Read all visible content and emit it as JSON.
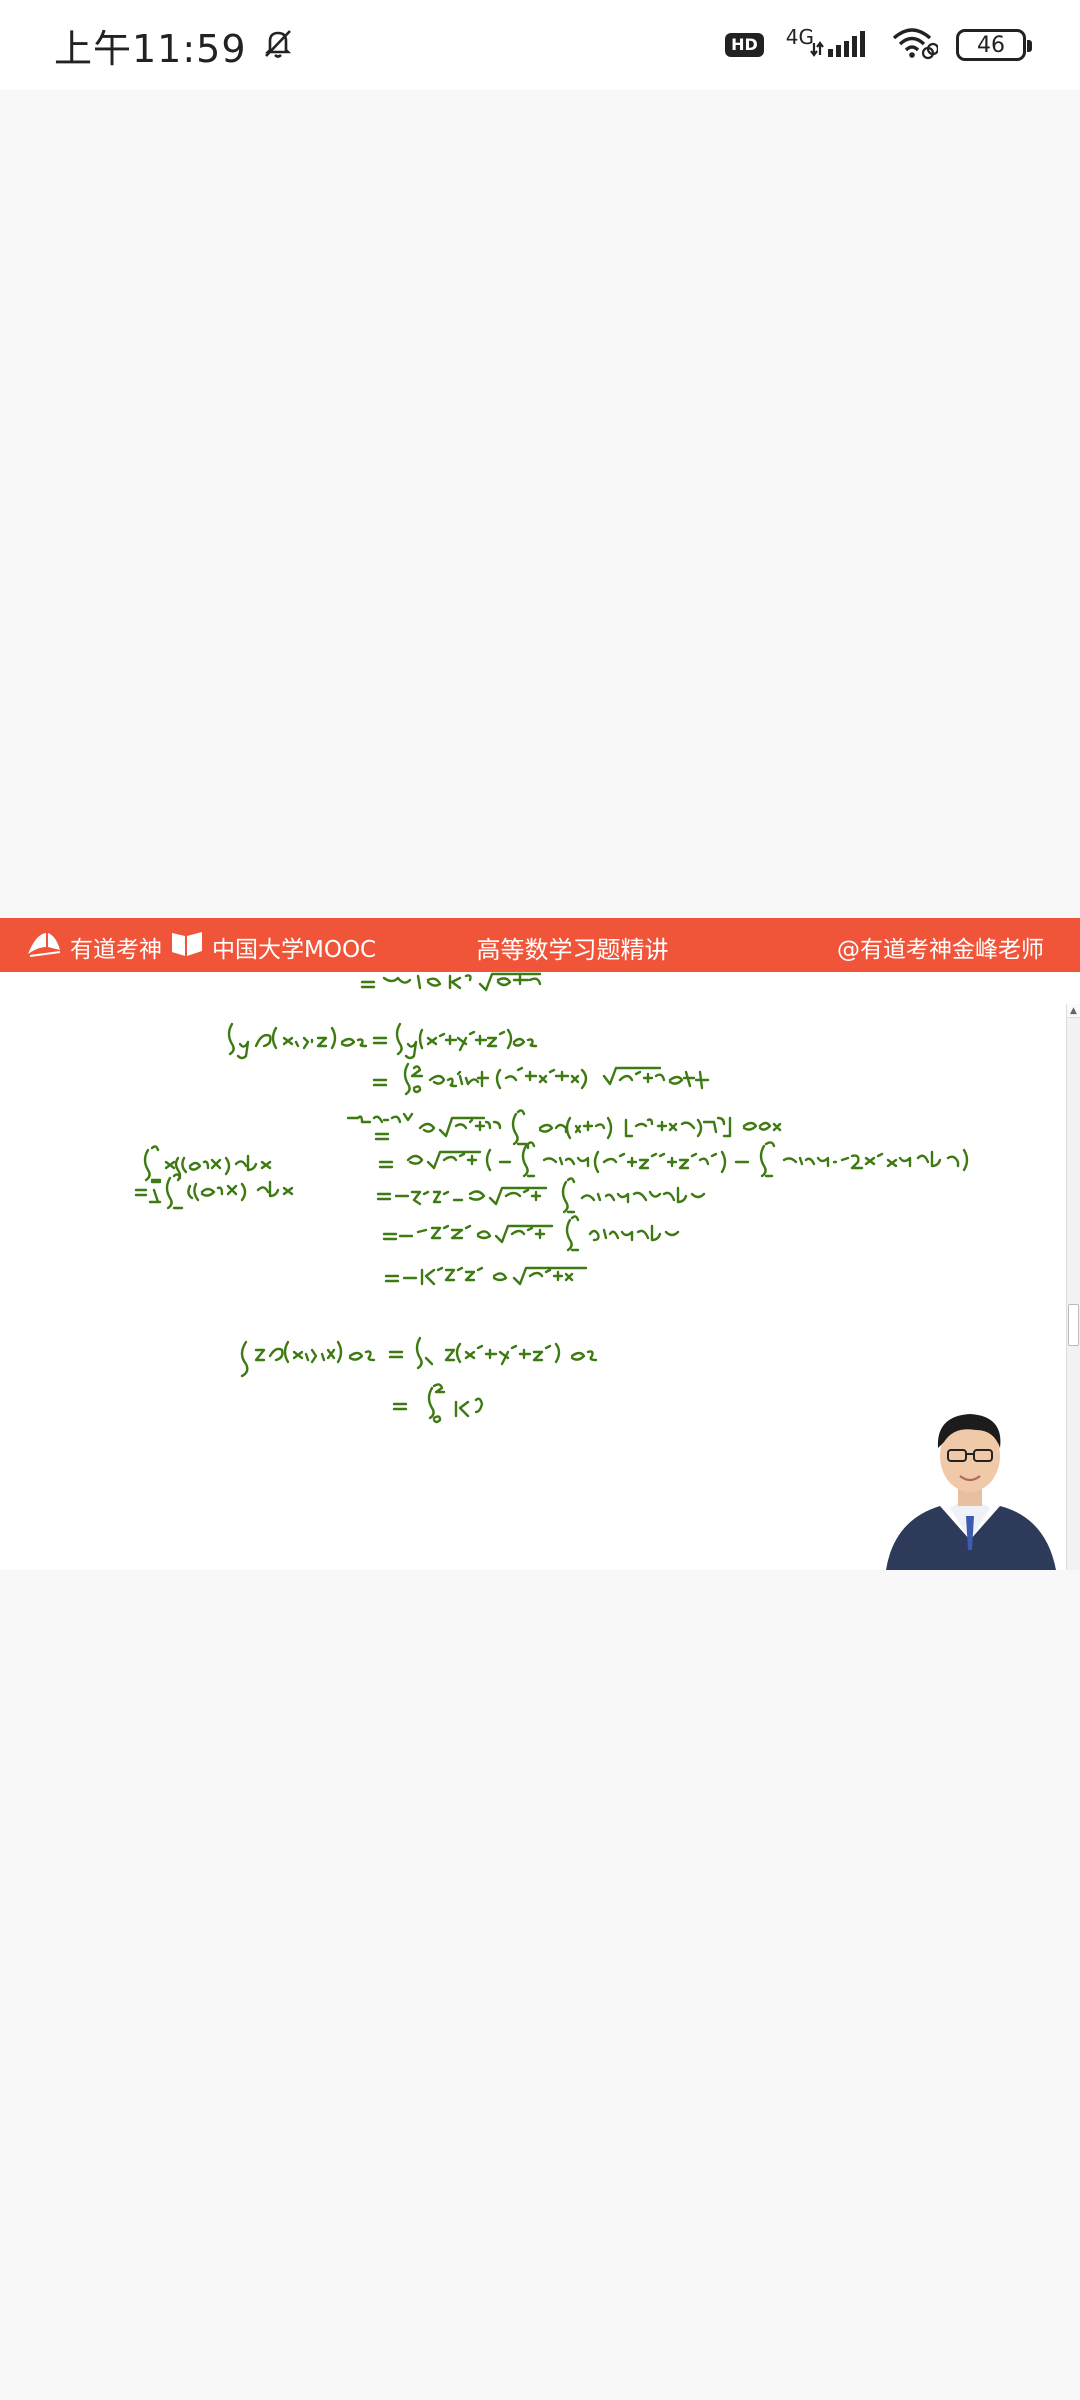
{
  "status_bar": {
    "time": "上午11:59",
    "hd_badge": "HD",
    "network": "4G",
    "battery": "46"
  },
  "video": {
    "header": {
      "brand_youdao": "有道考神",
      "brand_mooc": "中国大学MOOC",
      "course_title": "高等数学习题精讲",
      "teacher": "@有道考神金峰老师"
    },
    "handwriting_color": "#3d7a12",
    "header_color": "#f0553a"
  }
}
